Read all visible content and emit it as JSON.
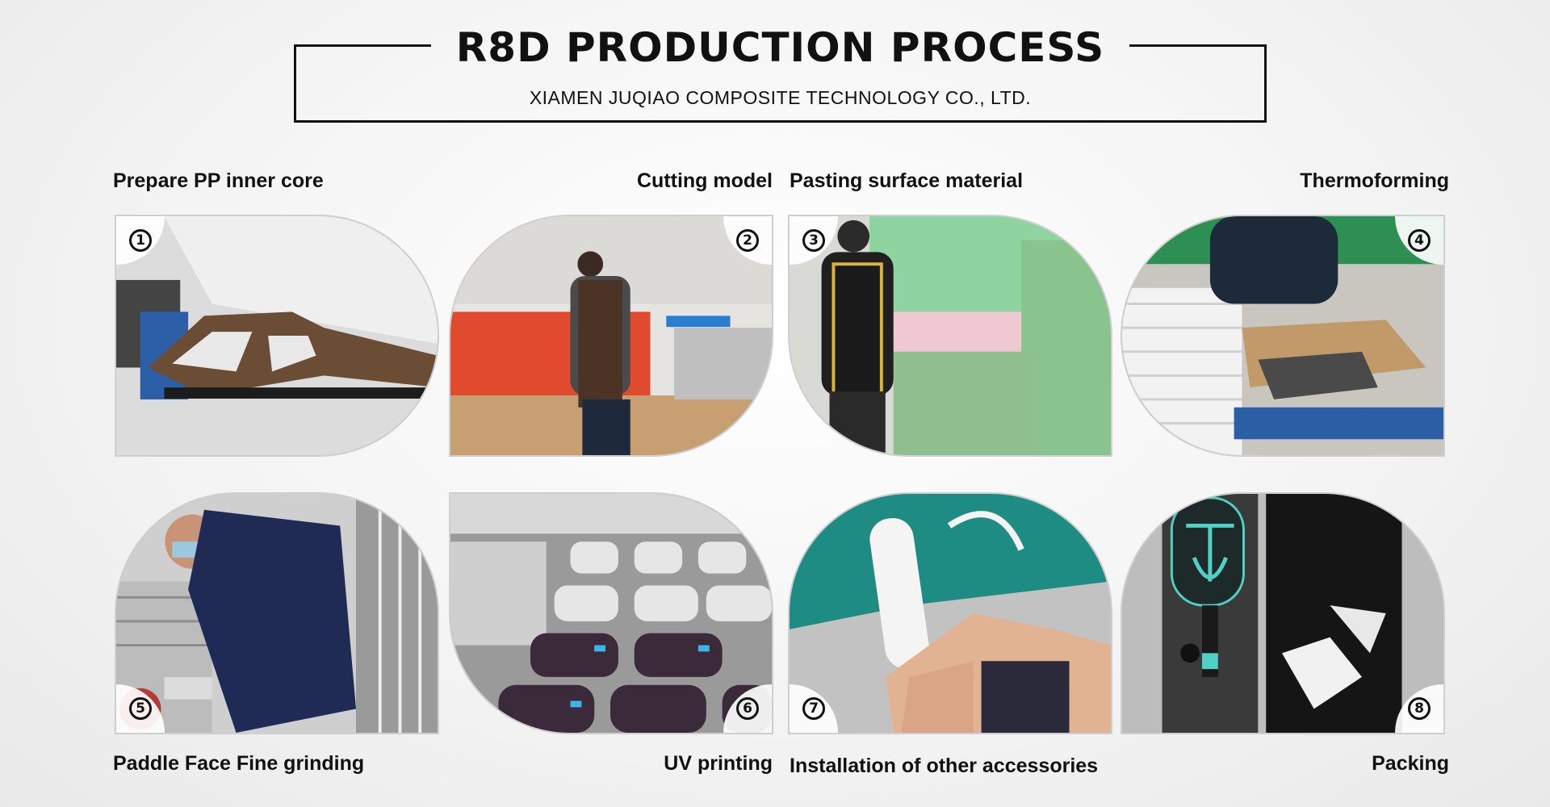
{
  "header": {
    "title": "R8D PRODUCTION PROCESS",
    "subtitle": "XIAMEN JUQIAO COMPOSITE TECHNOLOGY CO., LTD."
  },
  "steps": [
    {
      "number": "1",
      "label": "Prepare PP inner core",
      "icon": "paddle-core-photo"
    },
    {
      "number": "2",
      "label": "Cutting model",
      "icon": "cutting-machine-photo"
    },
    {
      "number": "3",
      "label": "Pasting surface material",
      "icon": "pasting-machine-photo"
    },
    {
      "number": "4",
      "label": "Thermoforming",
      "icon": "thermoforming-photo"
    },
    {
      "number": "5",
      "label": "Paddle Face Fine grinding",
      "icon": "grinding-photo"
    },
    {
      "number": "6",
      "label": "UV printing",
      "icon": "uv-printing-photo"
    },
    {
      "number": "7",
      "label": "Installation of other accessories",
      "icon": "grip-wrapping-photo"
    },
    {
      "number": "8",
      "label": "Packing",
      "icon": "packing-box-photo"
    }
  ]
}
